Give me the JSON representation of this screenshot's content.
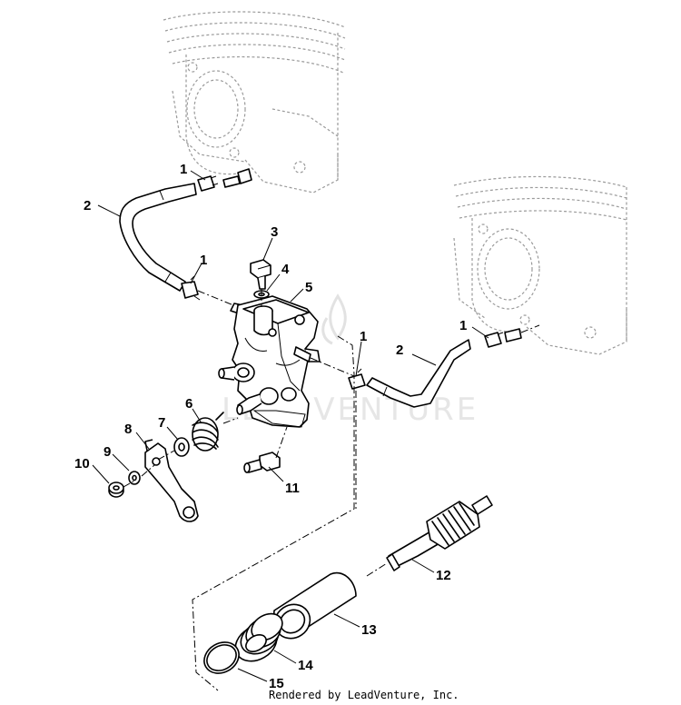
{
  "callouts": [
    {
      "id": "c1a",
      "text": "1"
    },
    {
      "id": "c1b",
      "text": "1"
    },
    {
      "id": "c1c",
      "text": "1"
    },
    {
      "id": "c1d",
      "text": "1"
    },
    {
      "id": "c2a",
      "text": "2"
    },
    {
      "id": "c2b",
      "text": "2"
    },
    {
      "id": "c3",
      "text": "3"
    },
    {
      "id": "c4",
      "text": "4"
    },
    {
      "id": "c5",
      "text": "5"
    },
    {
      "id": "c6",
      "text": "6"
    },
    {
      "id": "c7",
      "text": "7"
    },
    {
      "id": "c8",
      "text": "8"
    },
    {
      "id": "c9",
      "text": "9"
    },
    {
      "id": "c10",
      "text": "10"
    },
    {
      "id": "c11",
      "text": "11"
    },
    {
      "id": "c12",
      "text": "12"
    },
    {
      "id": "c13",
      "text": "13"
    },
    {
      "id": "c14",
      "text": "14"
    },
    {
      "id": "c15",
      "text": "15"
    }
  ],
  "credit": "Rendered by LeadVenture, Inc.",
  "watermark": "LEADVENTURE"
}
